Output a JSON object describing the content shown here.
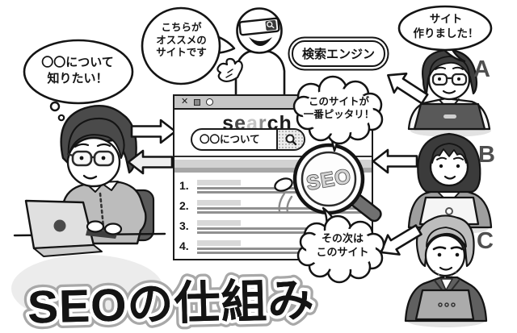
{
  "title": {
    "text": "SEOの仕組み"
  },
  "engine_label": "検索エンジン",
  "bubbles": {
    "user_thought": {
      "lines": [
        "〇〇について",
        "知りたい！"
      ]
    },
    "engine_speech": {
      "lines": [
        "こちらが",
        "オススメの",
        "サイトです"
      ]
    },
    "best_match": {
      "lines": [
        "このサイトが",
        "一番ピッタリ！"
      ]
    },
    "next_site": {
      "lines": [
        "その次は",
        "このサイト"
      ]
    },
    "author_a_speech": {
      "lines": [
        "サイト",
        "作りました！"
      ]
    }
  },
  "browser": {
    "window_controls": [
      {
        "name": "close-icon",
        "glyph": "✕"
      },
      {
        "name": "minimize-icon",
        "glyph": "■"
      },
      {
        "name": "maximize-icon",
        "glyph": "○"
      }
    ],
    "logo": {
      "word": "search",
      "letters": [
        "s",
        "e",
        "a",
        "r",
        "c",
        "h"
      ],
      "letter_colors": [
        "#1b1b1b",
        "#4a4a4a",
        "#c5c5c5",
        "#8d8d8d",
        "#1b1b1b",
        "#1b1b1b"
      ]
    },
    "search_input": {
      "value": "〇〇について",
      "button_icon": "magnifier"
    },
    "results": [
      {
        "rank": "1."
      },
      {
        "rank": "2."
      },
      {
        "rank": "3."
      },
      {
        "rank": "4."
      }
    ]
  },
  "lens": {
    "text": "SEO"
  },
  "authors": [
    {
      "label": "A"
    },
    {
      "label": "B"
    },
    {
      "label": "C"
    }
  ],
  "colors": {
    "ink": "#141414",
    "band_light": "#d2d2d2",
    "band_dark": "#a6a6a6",
    "bar_light": "#d8d8d8",
    "bar_line": "#909090",
    "title_outline_gray": "#a8a8a8"
  }
}
